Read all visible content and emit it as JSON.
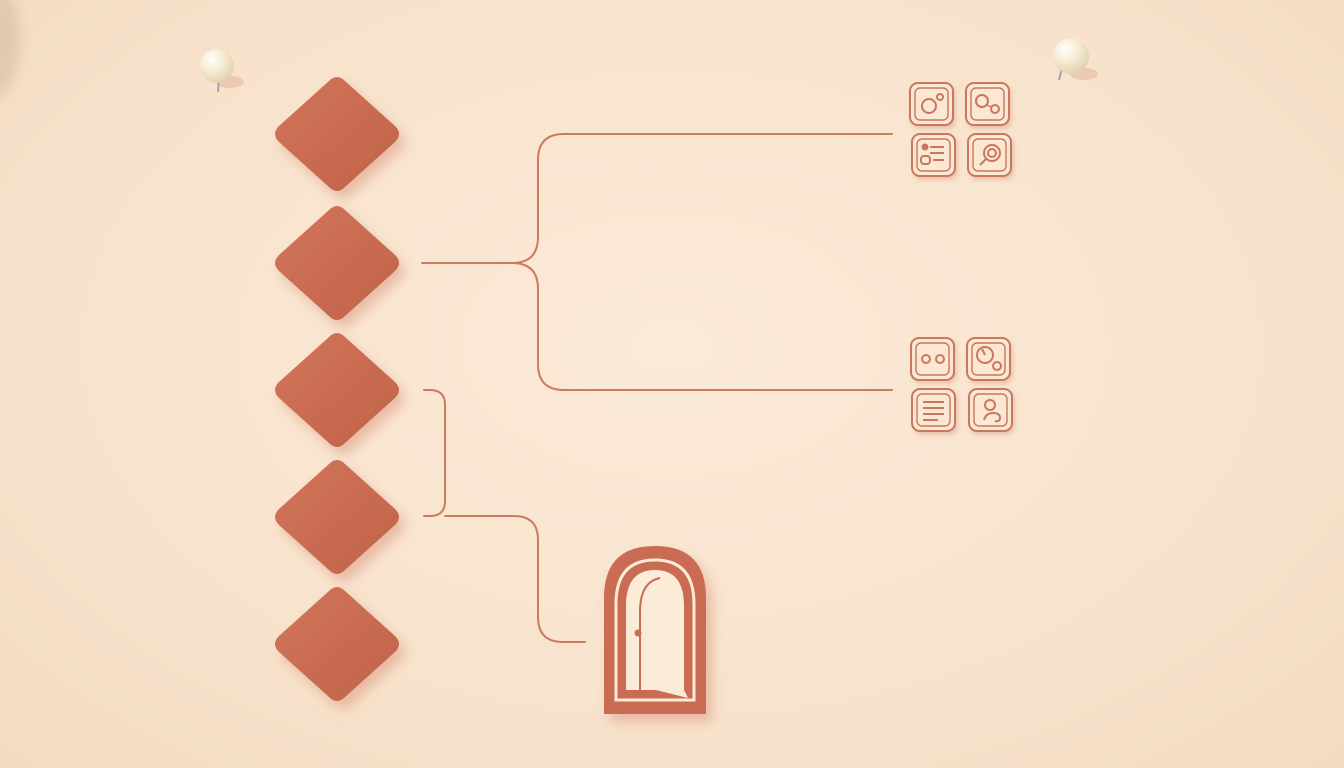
{
  "colors": {
    "background": "#f8e4cf",
    "diamond": "#c96c52",
    "connector": "#cd7a5e",
    "icon_stroke": "#c8785c",
    "icon_fill": "#fbe7d3",
    "door_frame": "#c96c52",
    "door_panel": "#fcebd6",
    "pin": "#f7ecd6"
  },
  "diagram": {
    "type": "tree",
    "nodes": [
      {
        "id": "diamond-1",
        "shape": "diamond"
      },
      {
        "id": "diamond-2",
        "shape": "diamond"
      },
      {
        "id": "diamond-3",
        "shape": "diamond"
      },
      {
        "id": "diamond-4",
        "shape": "diamond"
      },
      {
        "id": "diamond-5",
        "shape": "diamond"
      },
      {
        "id": "icon-group-top",
        "shape": "icon-grid",
        "icons": [
          "camera-icon",
          "toggle-icon",
          "list-icon",
          "search-icon"
        ]
      },
      {
        "id": "icon-group-bottom",
        "shape": "icon-grid",
        "icons": [
          "cassette-icon",
          "gauge-icon",
          "document-icon",
          "user-card-icon"
        ]
      },
      {
        "id": "exit-door",
        "shape": "door",
        "icon": "open-door-icon"
      }
    ],
    "edges": [
      {
        "from": "diamond-2",
        "to": "icon-group-top"
      },
      {
        "from": "diamond-2",
        "to": "icon-group-bottom"
      },
      {
        "from": "diamond-3",
        "to": "diamond-4",
        "style": "bracket"
      },
      {
        "from": "diamond-4",
        "to": "exit-door"
      }
    ],
    "decorations": [
      "pin-left",
      "pin-right"
    ]
  }
}
